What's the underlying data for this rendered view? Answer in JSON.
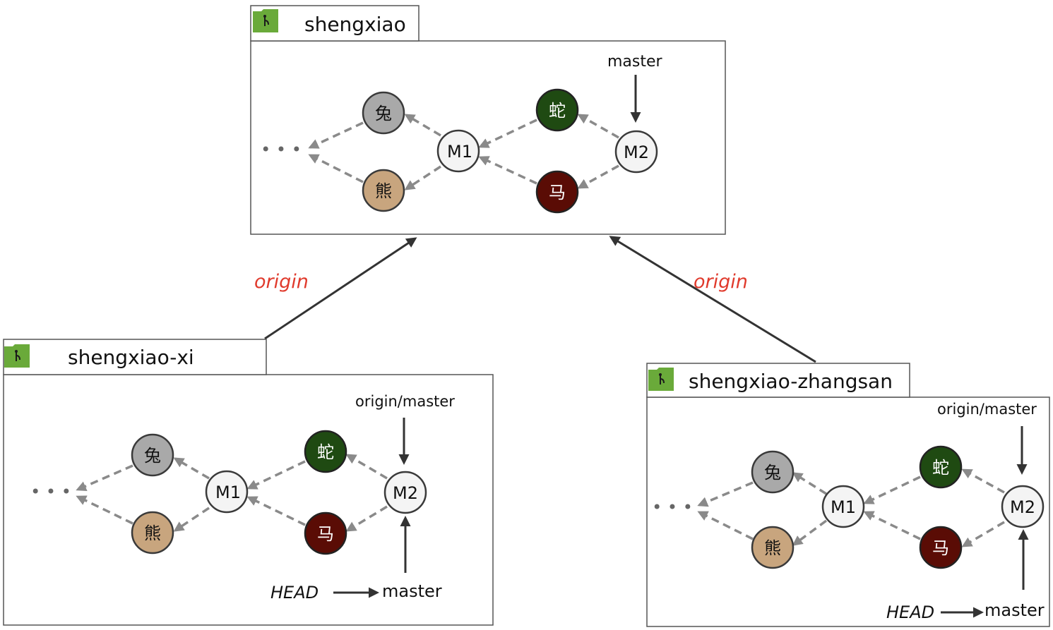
{
  "repositories": [
    {
      "name": "shengxiao",
      "refs": {
        "top_label": "master"
      },
      "commits": {
        "ellipsis": "• • •",
        "rabbit": "兔",
        "bear": "熊",
        "m1": "M1",
        "snake": "蛇",
        "horse": "马",
        "m2": "M2"
      }
    },
    {
      "name": "shengxiao-xi",
      "refs": {
        "top_label": "origin/master",
        "head": "HEAD",
        "local_branch": "master"
      },
      "commits": {
        "ellipsis": "• • •",
        "rabbit": "兔",
        "bear": "熊",
        "m1": "M1",
        "snake": "蛇",
        "horse": "马",
        "m2": "M2"
      }
    },
    {
      "name": "shengxiao-zhangsan",
      "refs": {
        "top_label": "origin/master",
        "head": "HEAD",
        "local_branch": "master"
      },
      "commits": {
        "ellipsis": "• • •",
        "rabbit": "兔",
        "bear": "熊",
        "m1": "M1",
        "snake": "蛇",
        "horse": "马",
        "m2": "M2"
      }
    }
  ],
  "remote_links": [
    {
      "label": "origin"
    },
    {
      "label": "origin"
    }
  ],
  "colors": {
    "rabbit": "#a9a9a9",
    "bear": "#c8a57e",
    "snake": "#1f4a12",
    "horse": "#5a0c05",
    "merge": "#f4f4f4",
    "origin_label": "#e03a2c",
    "folder": "#6aaa3a"
  },
  "icons": {
    "repo": "folder-git-icon"
  }
}
